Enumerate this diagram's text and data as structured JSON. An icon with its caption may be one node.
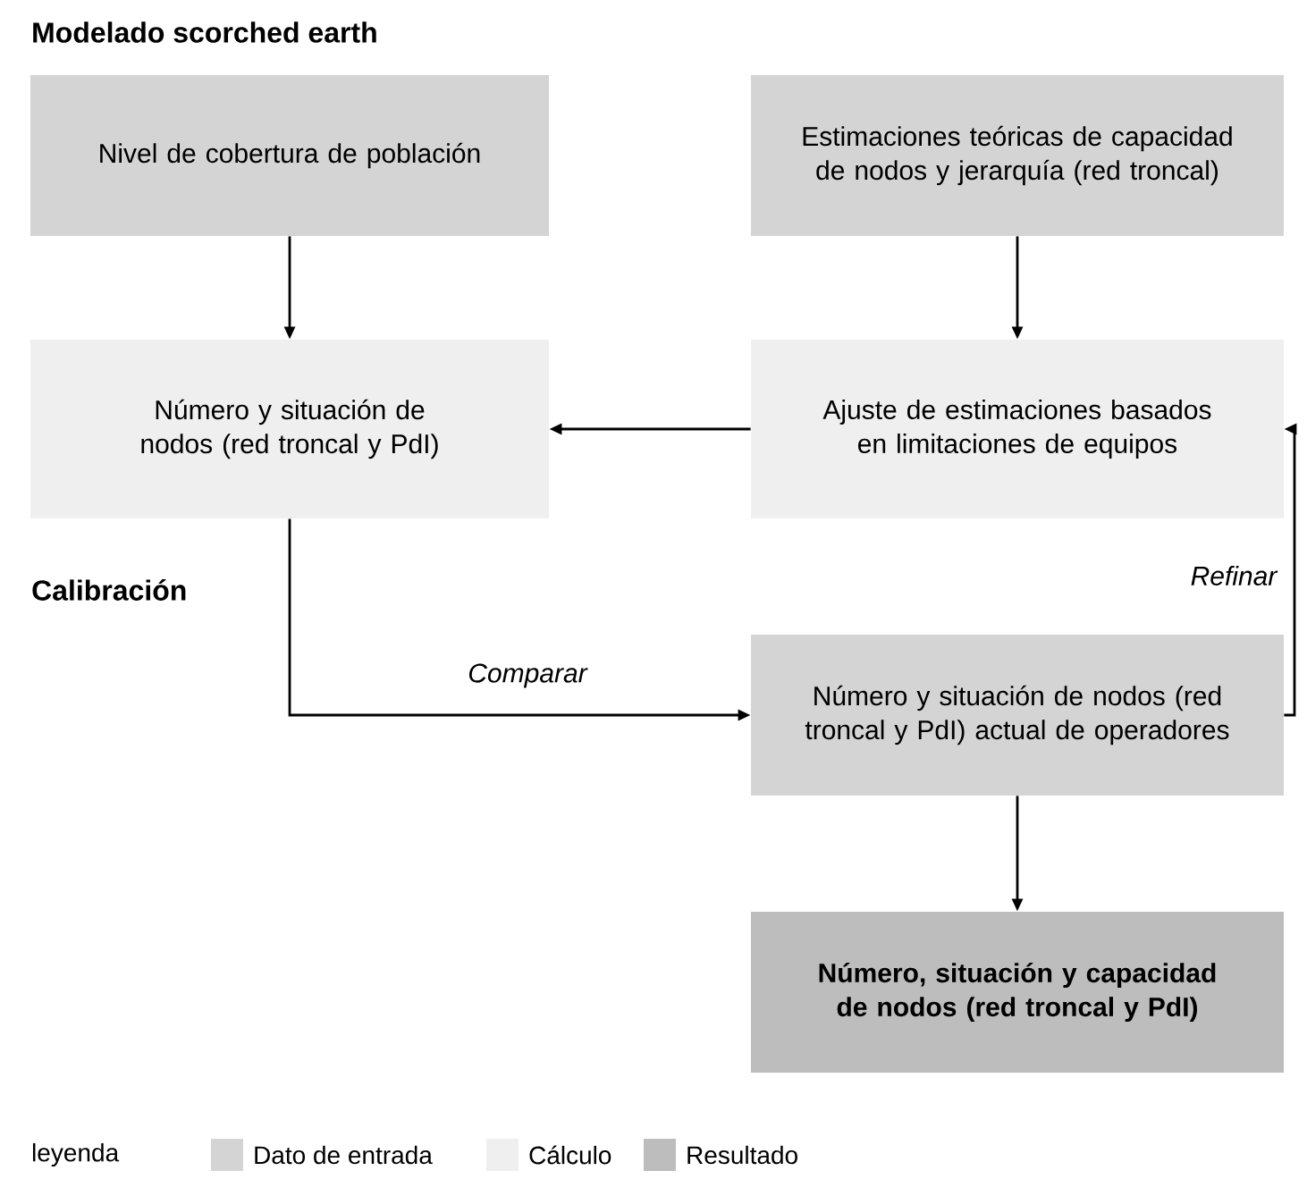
{
  "diagram": {
    "title": "Modelado scorched earth",
    "nodes": [
      {
        "text": [
          "Nivel de cobertura de población"
        ]
      },
      {
        "text": [
          "Estimaciones teóricas de capacidad de nodos y jerarquía (red troncal)"
        ]
      },
      {
        "text": [
          "Número y situación de nodos (red troncal y PdI)"
        ]
      },
      {
        "text": [
          "Ajuste de estimaciones basados en limitaciones de equipos"
        ]
      },
      {
        "text": [
          "Número y situación de nodos (red troncal y PdI) actual de operadores"
        ]
      },
      {
        "text": [
          "Número, situación y capacidad de nodos (red troncal y PdI)"
        ]
      }
    ],
    "edges": [
      {
        "from": 0,
        "to": 2,
        "arrow": "to"
      },
      {
        "from": 1,
        "to": 3,
        "arrow": "to"
      },
      {
        "from": 3,
        "to": 2,
        "arrow": "to"
      },
      {
        "from": 2,
        "to": 4,
        "arrow": "to",
        "label": "Comparar"
      },
      {
        "from": 4,
        "to": 3,
        "arrow": "to",
        "label": "Refinar"
      },
      {
        "from": 4,
        "to": 5,
        "arrow": "to"
      }
    ],
    "labels": [
      "Calibración",
      "leyenda"
    ],
    "legend": [
      {
        "text": "Dato de entrada",
        "color": "#d4d4d4"
      },
      {
        "text": "Cálculo",
        "color": "#efefef"
      },
      {
        "text": "Resultado",
        "color": "#bdbdbd"
      }
    ]
  }
}
